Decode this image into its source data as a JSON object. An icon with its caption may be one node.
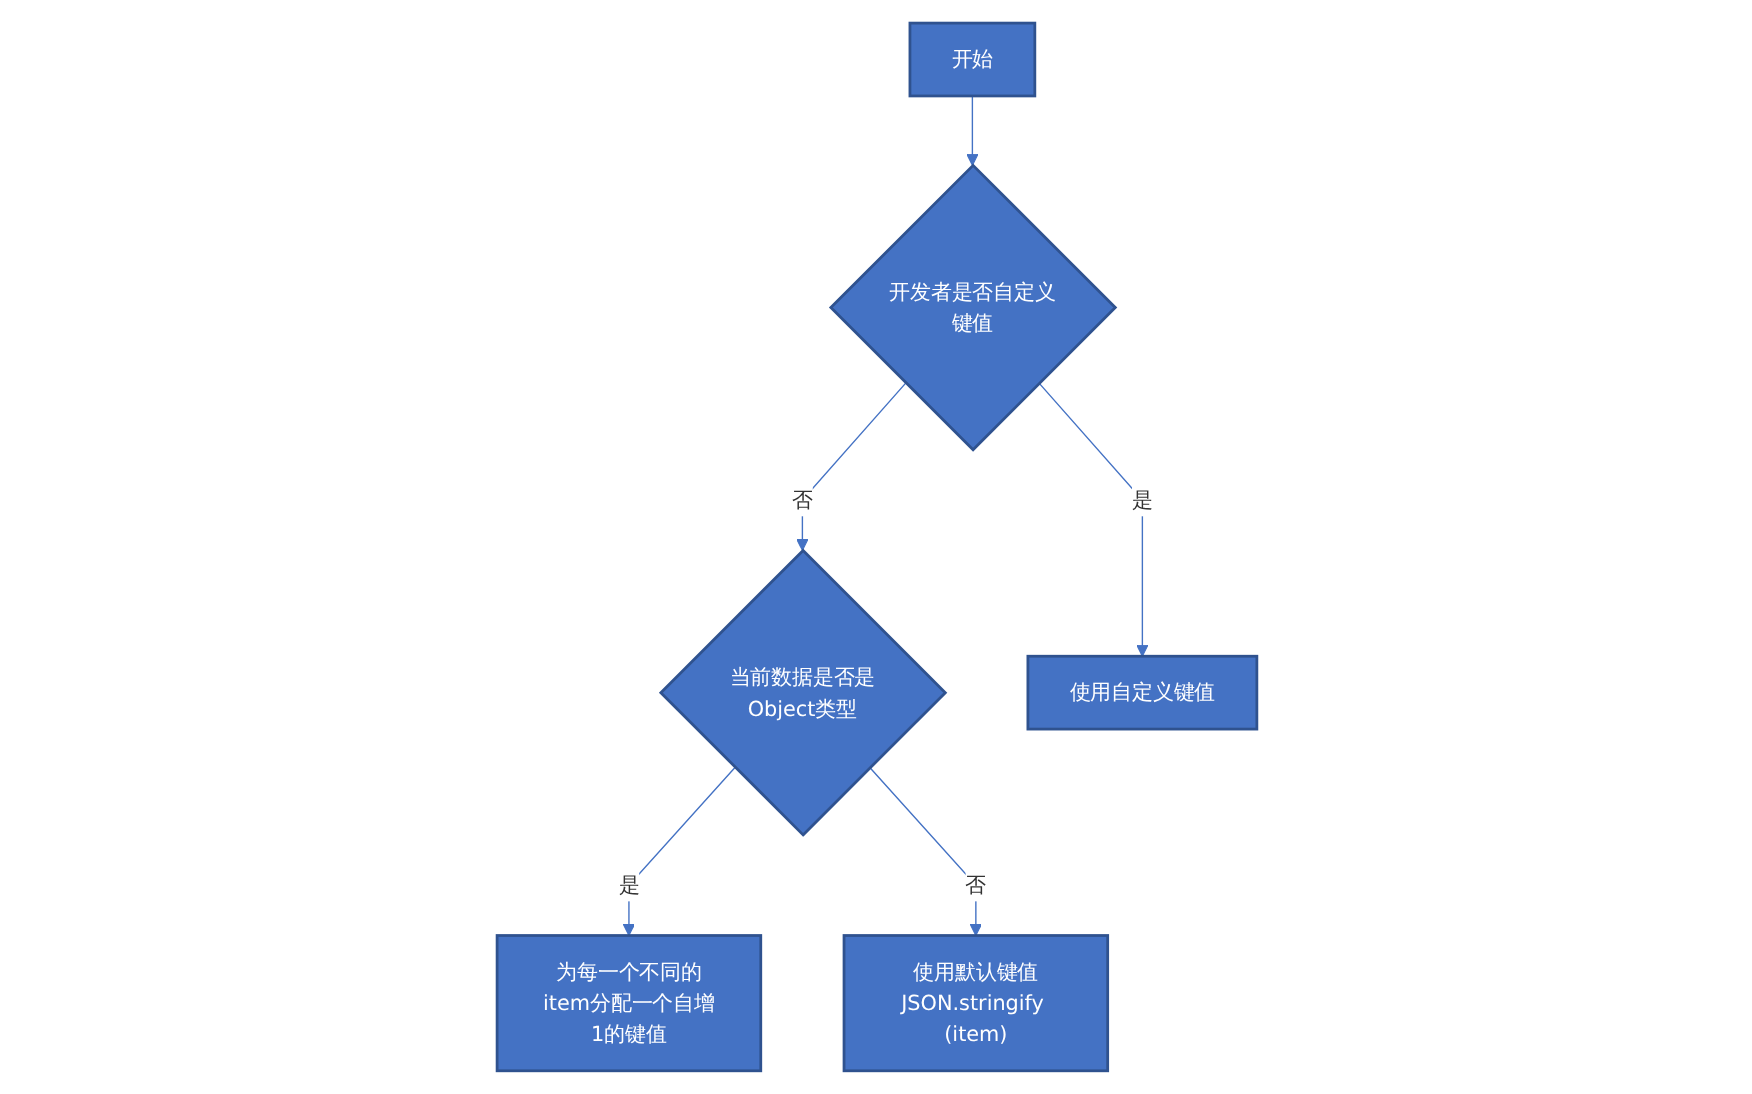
{
  "diagram": {
    "nodes": [
      {
        "text": [
          "开始"
        ]
      },
      {
        "text": [
          "开发者是否自定义键值"
        ]
      },
      {
        "text": [
          "当前数据是否是Object类型"
        ]
      },
      {
        "text": [
          "使用自定义键值"
        ]
      },
      {
        "text": [
          "为每一个不同的item分配一个自增1的键值"
        ]
      },
      {
        "text": [
          "使用默认键值JSON.stringify (item)"
        ]
      }
    ],
    "edges": [
      {
        "from": 0,
        "to": 1,
        "arrow": "to"
      },
      {
        "from": 1,
        "to": 2,
        "arrow": "to",
        "label": "否"
      },
      {
        "from": 1,
        "to": 3,
        "arrow": "to",
        "label": "是"
      },
      {
        "from": 2,
        "to": 4,
        "arrow": "to",
        "label": "是"
      },
      {
        "from": 2,
        "to": 5,
        "arrow": "to",
        "label": "否"
      }
    ]
  }
}
